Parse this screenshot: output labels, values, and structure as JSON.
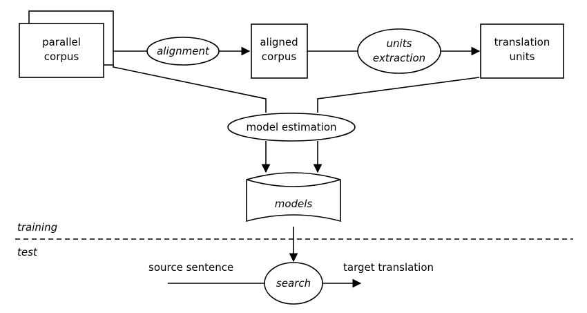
{
  "nodes": {
    "parallel_corpus": [
      "parallel",
      "corpus"
    ],
    "alignment": "alignment",
    "aligned_corpus": [
      "aligned",
      "corpus"
    ],
    "units_extraction": [
      "units",
      "extraction"
    ],
    "translation_units": [
      "translation",
      "units"
    ],
    "model_estimation": "model estimation",
    "models": "models",
    "search": "search"
  },
  "labels": {
    "source_sentence": "source sentence",
    "target_translation": "target translation",
    "training": "training",
    "test": "test"
  }
}
